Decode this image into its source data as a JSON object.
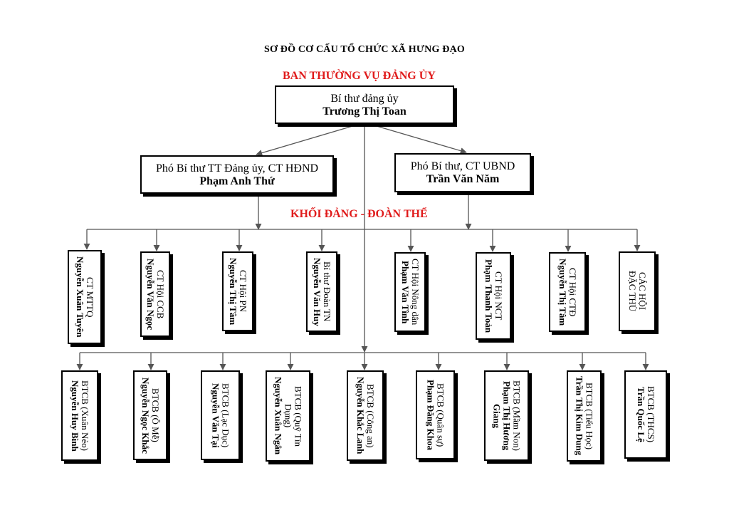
{
  "title": "SƠ ĐỒ CƠ CẤU TỔ CHỨC XÃ HƯNG ĐẠO",
  "section_top": "BAN THƯỜNG VỤ ĐẢNG ỦY",
  "section_mid": "KHỐI ĐẢNG - ĐOÀN THỂ",
  "secretary": {
    "role": "Bí thư đảng ủy",
    "name": "Trương Thị Toan"
  },
  "deputy_left": {
    "role": "Phó Bí thư TT Đảng ủy, CT HĐND",
    "name": "Phạm Anh Thứ"
  },
  "deputy_right": {
    "role": "Phó Bí thư, CT UBND",
    "name": "Trần Văn Năm"
  },
  "row1": [
    {
      "role": "CT MTTQ",
      "name": "Nguyễn Xuân Tuyên"
    },
    {
      "role": "CT Hội CCB",
      "name": "Nguyễn Văn Ngọc"
    },
    {
      "role": "CT Hội PN",
      "name": "Nguyễn Thị Tâm"
    },
    {
      "role": "Bí thư Đoàn TN",
      "name": "Nguyễn Văn Huy"
    },
    {
      "role": "CT Hội Nông dân",
      "name": "Phạm Văn Tình"
    },
    {
      "role": "CT Hội NCT",
      "name": "Phạm Thanh Toản"
    },
    {
      "role": "CT Hội CTĐ",
      "name": "Nguyễn Thị Tâm"
    },
    {
      "role": "CÁC HỘI",
      "name": "ĐẶC THÙ"
    }
  ],
  "row2": [
    {
      "role": "BTCB (Xuân Nẻo)",
      "name": "Nguyễn Huy Bình"
    },
    {
      "role": "BTCB (Ô Mễ)",
      "name": "Nguyễn Ngọc Khắc"
    },
    {
      "role": "BTCB (Lạc Dục)",
      "name": "Nguyễn Văn Tại"
    },
    {
      "role": "BTCB (Quỹ Tín Dụng)",
      "name": "Nguyễn Xuân Ngân"
    },
    {
      "role": "BTCB (Công an)",
      "name": "Nguyễn Khắc Lanh"
    },
    {
      "role": "BTCB (Quân sự)",
      "name": "Phạm Đăng Khoa"
    },
    {
      "role": "BTCB (Mầm Non)",
      "name": "Phạm Thị Hương Giang"
    },
    {
      "role": "BTCB (Tiểu Học)",
      "name": "Trần Thị Kim Dung"
    },
    {
      "role": "BTCB (THCS)",
      "name": "Trần Quốc Lệ"
    }
  ]
}
